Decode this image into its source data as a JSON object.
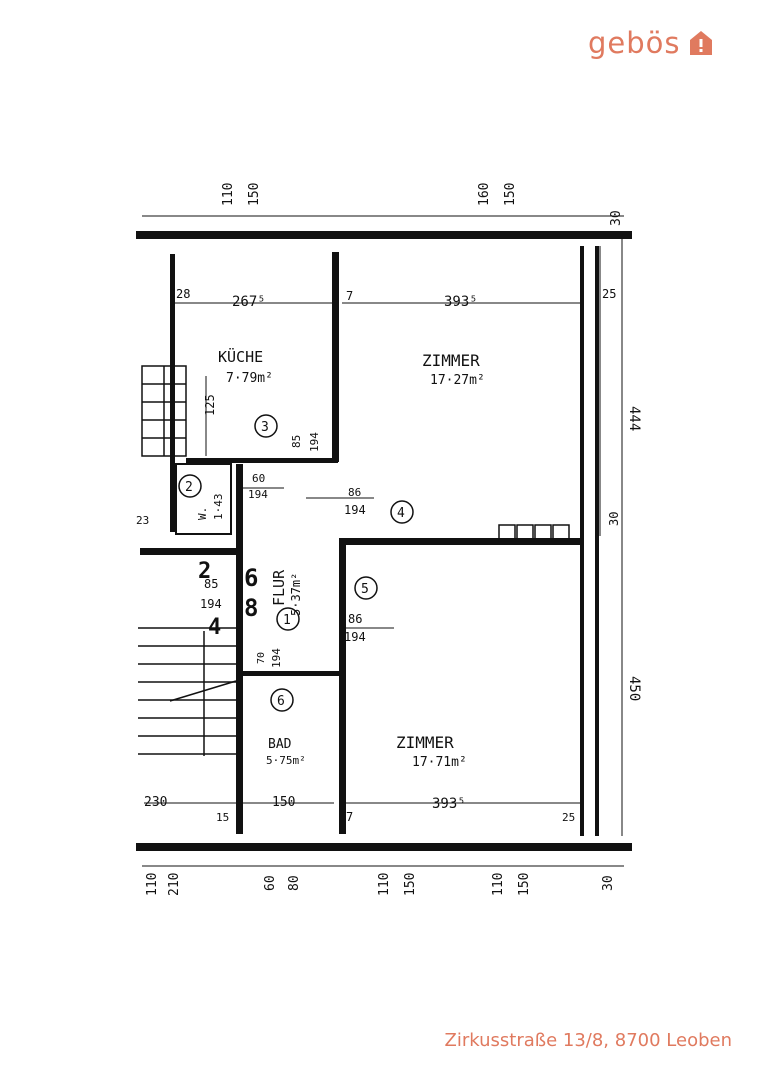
{
  "brand": {
    "name": "gebös",
    "color": "#e07a5f",
    "icon": "house-icon"
  },
  "address": "Zirkusstraße 13/8, 8700 Leoben",
  "plan": {
    "rooms": {
      "kueche": {
        "name": "KÜCHE",
        "area": "7·79m²",
        "number": "3"
      },
      "zimmer_top": {
        "name": "ZIMMER",
        "area": "17·27m²"
      },
      "zimmer_bottom": {
        "name": "ZIMMER",
        "area": "17·71m²"
      },
      "wc": {
        "name": "W.",
        "area": "1·43",
        "number": "2"
      },
      "flur": {
        "name": "FLUR",
        "area": "5·37m²",
        "number": "1"
      },
      "bad": {
        "name": "BAD",
        "area": "5·75m²",
        "number": "6"
      },
      "door_4": "4",
      "door_5": "5"
    },
    "dims": {
      "top_110": "110",
      "top_150a": "150",
      "top_160": "160",
      "top_150b": "150",
      "top_30": "30",
      "d28": "28",
      "d267": "267⁵",
      "d7a": "7",
      "d393a": "393⁵",
      "d25a": "25",
      "d125": "125",
      "d85a": "85",
      "d194a": "194",
      "d60": "60",
      "d194b": "194",
      "d86b": "86",
      "d194c": "194",
      "d85c": "85",
      "d194d": "194",
      "d70": "70",
      "d194e": "194",
      "d86d": "86",
      "d194f": "194",
      "d444": "444",
      "d30b": "30",
      "d450": "450",
      "d230": "230",
      "d15": "15",
      "d150c": "150",
      "d7b": "7",
      "d393b": "393⁵",
      "d25b": "25",
      "bot_110a": "110",
      "bot_210": "210",
      "bot_60": "60",
      "bot_80": "80",
      "bot_110b": "110",
      "bot_150a": "150",
      "bot_110c": "110",
      "bot_150b": "150",
      "bot_30": "30",
      "side_23": "23",
      "mark_2": "2",
      "mark_6": "6",
      "mark_8": "8",
      "mark_4": "4"
    }
  }
}
